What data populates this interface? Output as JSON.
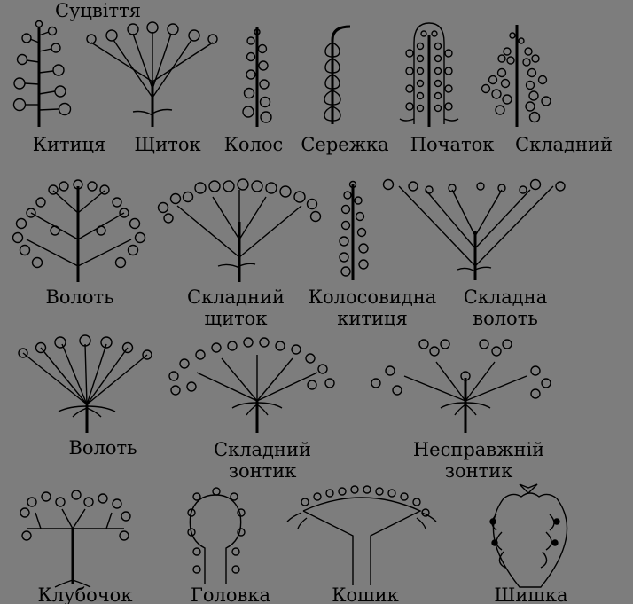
{
  "title": "Суцвіття",
  "labels": {
    "racemus": "Китиця",
    "corymbus": "Щиток",
    "spica": "Колос",
    "amentum": "Сережка",
    "spadix": "Початок",
    "compound": "Складний",
    "panicula": "Волоть",
    "compound_corymb_1": "Складний",
    "compound_corymb_2": "щиток",
    "spiciform_raceme_1": "Колосовидна",
    "spiciform_raceme_2": "китиця",
    "compound_panicle_1": "Складна",
    "compound_panicle_2": "волоть",
    "umbel": "Волоть",
    "compound_umbel_1": "Складний",
    "compound_umbel_2": "зонтик",
    "false_umbel_1": "Несправжній",
    "false_umbel_2": "зонтик",
    "glomerule": "Клубочок",
    "capitulum": "Головка",
    "anthodium": "Кошик",
    "strobilus": "Шишка"
  },
  "colors": {
    "background": "#7d7d7d",
    "ink": "#000000"
  }
}
